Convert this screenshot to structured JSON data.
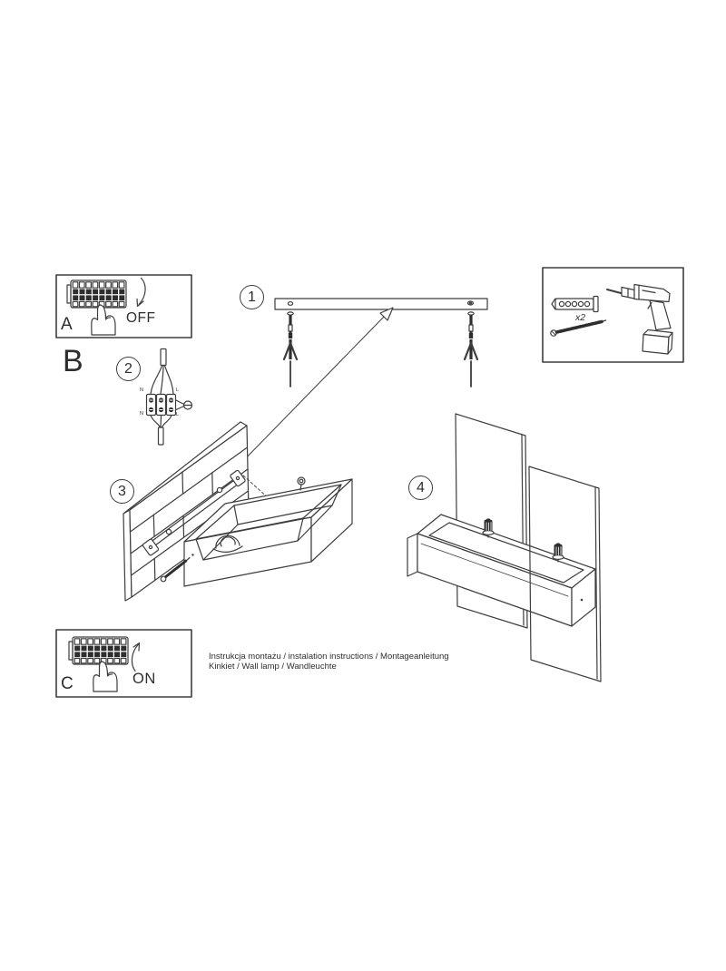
{
  "panel_a": {
    "label": "A",
    "state": "OFF"
  },
  "panel_c": {
    "label": "C",
    "state": "ON"
  },
  "section_b_label": "B",
  "steps": {
    "s1": "1",
    "s2": "2",
    "s3": "3",
    "s4": "4"
  },
  "parts_box": {
    "qty": "x2"
  },
  "wiring": {
    "n_top": "N",
    "l_top": "L",
    "n_bottom": "N",
    "l_bottom": "L"
  },
  "caption": {
    "line1": "Instrukcja montażu / instalation instructions / Montageanleitung",
    "line2": "Kinkiet / Wall lamp / Wandleuchte"
  },
  "colors": {
    "line": "#3d3d3d",
    "dark_fill": "#2e2e2e",
    "page": "#ffffff"
  }
}
